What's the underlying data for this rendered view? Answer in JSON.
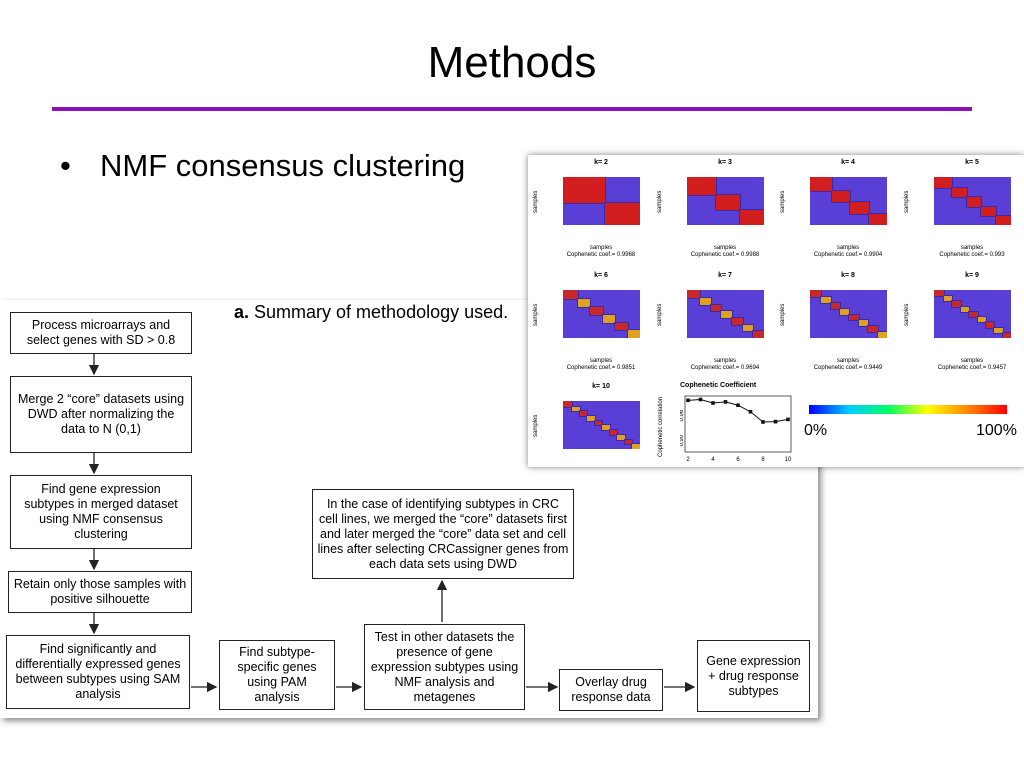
{
  "slide": {
    "title": "Methods",
    "bullet": "NMF consensus clustering"
  },
  "flowchart": {
    "heading_bold": "a.",
    "heading_text": " Summary of methodology used.",
    "boxes": [
      {
        "id": "process",
        "text": "Process microarrays and select genes with SD > 0.8"
      },
      {
        "id": "merge",
        "text": "Merge 2 “core” datasets using DWD after normalizing the data to N (0,1)"
      },
      {
        "id": "find-subtypes",
        "text": "Find gene expression subtypes in merged dataset using NMF consensus clustering"
      },
      {
        "id": "retain",
        "text": "Retain only those samples with positive silhouette"
      },
      {
        "id": "find-genes",
        "text": "Find significantly and differentially expressed genes between subtypes using SAM analysis"
      },
      {
        "id": "pam",
        "text": "Find subtype-specific genes using PAM analysis"
      },
      {
        "id": "test",
        "text": "Test in other datasets the presence of gene expression subtypes using NMF analysis and metagenes"
      },
      {
        "id": "crc",
        "text": "In the case of identifying subtypes in CRC cell lines, we merged the “core” datasets first and later merged the “core” data set and cell lines after selecting CRCassigner genes from each data sets using DWD"
      },
      {
        "id": "overlay",
        "text": "Overlay drug response data"
      },
      {
        "id": "gene-drug",
        "text": "Gene expression + drug response subtypes"
      }
    ]
  },
  "consensus_panel": {
    "ylabel": "samples",
    "xlabel": "samples",
    "coef_prefix": "Cophenetic coef.= ",
    "maps": [
      {
        "k": "k= 2",
        "coef": "0.9968",
        "blocks": 2
      },
      {
        "k": "k= 3",
        "coef": "0.9988",
        "blocks": 3
      },
      {
        "k": "k= 4",
        "coef": "0.9904",
        "blocks": 4
      },
      {
        "k": "k= 5",
        "coef": "0.993",
        "blocks": 5
      },
      {
        "k": "k= 6",
        "coef": "0.9851",
        "blocks": 6
      },
      {
        "k": "k= 7",
        "coef": "0.9694",
        "blocks": 7
      },
      {
        "k": "k= 8",
        "coef": "0.9449",
        "blocks": 8
      },
      {
        "k": "k= 9",
        "coef": "0.9457",
        "blocks": 9
      },
      {
        "k": "k= 10",
        "coef": "",
        "blocks": 10
      }
    ],
    "cophenetic_title": "Cophenetic Coefficient",
    "cophenetic_ylabel": "Cophenetic correlation",
    "scale_min": "0%",
    "scale_max": "100%"
  },
  "chart_data": {
    "type": "line",
    "title": "Cophenetic Coefficient",
    "xlabel": "",
    "ylabel": "Cophenetic correlation",
    "x": [
      2,
      3,
      4,
      5,
      6,
      7,
      8,
      9,
      10
    ],
    "values": [
      0.9968,
      0.9988,
      0.9904,
      0.993,
      0.9851,
      0.9694,
      0.9449,
      0.9457,
      0.951
    ],
    "xticks": [
      2,
      4,
      6,
      8,
      10
    ],
    "yticks": [
      0.9,
      0.96
    ],
    "ylim": [
      0.88,
      1.0
    ],
    "grid": false
  }
}
